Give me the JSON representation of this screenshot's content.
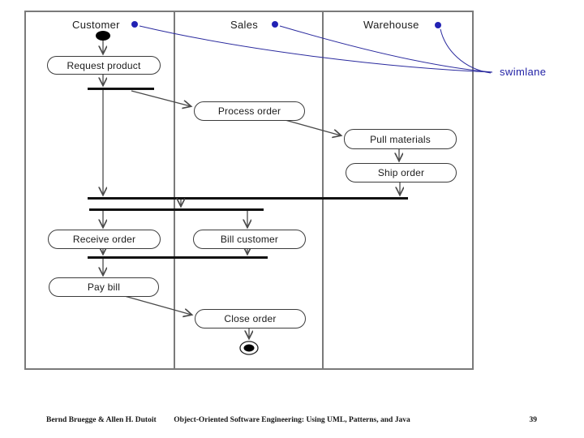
{
  "diagram": {
    "lanes": [
      {
        "label": "Customer"
      },
      {
        "label": "Sales"
      },
      {
        "label": "Warehouse"
      }
    ],
    "annotation": {
      "label": "swimlane"
    },
    "activities": [
      {
        "id": "request-product",
        "label": "Request product"
      },
      {
        "id": "process-order",
        "label": "Process order"
      },
      {
        "id": "pull-materials",
        "label": "Pull materials"
      },
      {
        "id": "ship-order",
        "label": "Ship order"
      },
      {
        "id": "receive-order",
        "label": "Receive order"
      },
      {
        "id": "bill-customer",
        "label": "Bill customer"
      },
      {
        "id": "pay-bill",
        "label": "Pay bill"
      },
      {
        "id": "close-order",
        "label": "Close order"
      }
    ],
    "nodes": {
      "initial": "initial-state",
      "final": "final-state"
    },
    "colors": {
      "annotation_blue": "#2222a6",
      "bar_black": "#111111",
      "frame_gray": "#7a7a7a"
    }
  },
  "footer": {
    "author": "Bernd Bruegge & Allen H. Dutoit",
    "book": "Object-Oriented Software Engineering: Using UML, Patterns, and Java",
    "page": "39"
  }
}
